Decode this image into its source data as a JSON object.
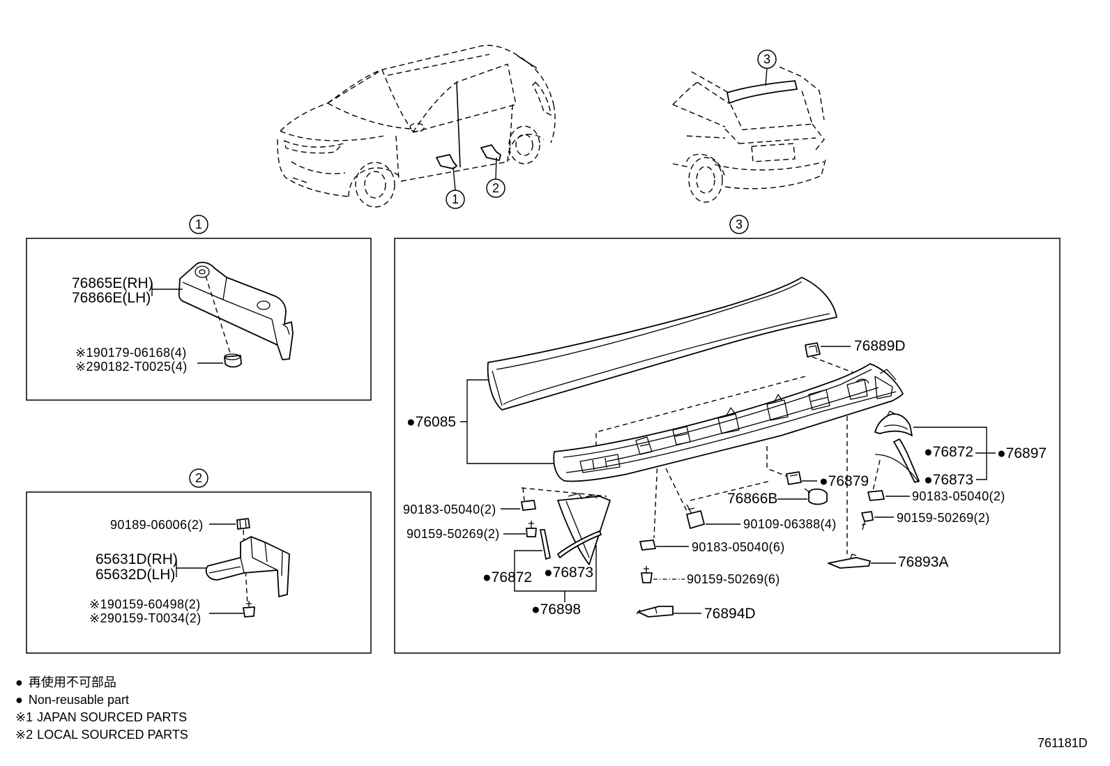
{
  "overview": {
    "front_view_callout_1": "1",
    "front_view_callout_2": "2",
    "rear_view_callout_3": "3"
  },
  "section_1": {
    "marker": "1",
    "bracket_rh": "76865E(RH)",
    "bracket_lh": "76866E(LH)",
    "nut_japan": {
      "marker": "※1",
      "part": "90179-06168(4)"
    },
    "nut_local": {
      "marker": "※2",
      "part": "90182-T0025(4)"
    }
  },
  "section_2": {
    "marker": "2",
    "clip": "90189-06006(2)",
    "bracket_rh": "65631D(RH)",
    "bracket_lh": "65632D(LH)",
    "screw_japan": {
      "marker": "※1",
      "part": "90159-60498(2)"
    },
    "screw_local": {
      "marker": "※2",
      "part": "90159-T0034(2)"
    }
  },
  "section_3": {
    "marker": "3",
    "spoiler_assy": "●76085",
    "clip_76889d": "76889D",
    "right_cap_upper": "●76872",
    "right_cap_lower": "●76873",
    "right_cap_set": "●76897",
    "clip_76879": "●76879",
    "cap_76866b": "76866B",
    "right_nut": "90183-05040(2)",
    "right_screw": "90159-50269(2)",
    "bolt": "90109-06388(4)",
    "center_nut": "90183-05040(6)",
    "center_screw": "90159-50269(6)",
    "right_plate": "76893A",
    "center_plate": "76894D",
    "left_nut": "90183-05040(2)",
    "left_screw": "90159-50269(2)",
    "left_cap_upper": "●76872",
    "left_cap_lower": "●76873",
    "left_cap_set": "●76898"
  },
  "legend": {
    "non_reusable_jp": {
      "marker": "●",
      "text": "再使用不可部品"
    },
    "non_reusable_en": {
      "marker": "●",
      "text": "Non-reusable part"
    },
    "japan_sourced": {
      "marker": "※1",
      "text": "JAPAN SOURCED PARTS"
    },
    "local_sourced": {
      "marker": "※2",
      "text": "LOCAL SOURCED PARTS"
    }
  },
  "diagram_code": "761181D"
}
